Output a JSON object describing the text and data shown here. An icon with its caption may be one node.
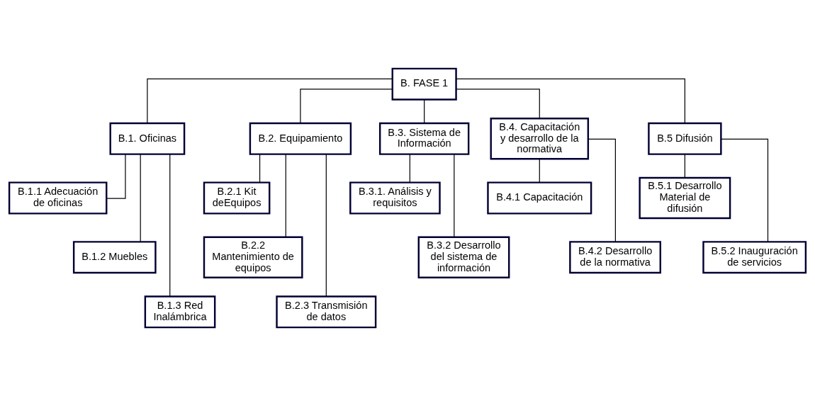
{
  "diagram": {
    "nodes": [
      {
        "text": [
          "B. FASE 1"
        ]
      },
      {
        "text": [
          "B.1. Oficinas"
        ]
      },
      {
        "text": [
          "B.1.1 Adecuación de oficinas"
        ]
      },
      {
        "text": [
          "B.1.2 Muebles"
        ]
      },
      {
        "text": [
          "B.1.3 Red Inalámbrica"
        ]
      },
      {
        "text": [
          "B.2. Equipamiento"
        ]
      },
      {
        "text": [
          "B.2.1 Kit deEquipos"
        ]
      },
      {
        "text": [
          "B.2.2 Mantenimiento de equipos"
        ]
      },
      {
        "text": [
          "B.2.3 Transmisión de datos"
        ]
      },
      {
        "text": [
          "B.3. Sistema de Información"
        ]
      },
      {
        "text": [
          "B.3.1. Análisis y requisitos"
        ]
      },
      {
        "text": [
          "B.3.2 Desarrollo del sistema de información"
        ]
      },
      {
        "text": [
          "B.4. Capacitación y desarrollo de la normativa"
        ]
      },
      {
        "text": [
          "B.4.1 Capacitación"
        ]
      },
      {
        "text": [
          "B.4.2 Desarrollo de la normativa"
        ]
      },
      {
        "text": [
          "B.5 Difusión"
        ]
      },
      {
        "text": [
          "B.5.1 Desarrollo Material de difusión"
        ]
      },
      {
        "text": [
          "B.5.2 Inauguración de servicios"
        ]
      }
    ],
    "edges": [
      {
        "from": 0,
        "to": 1,
        "arrow": "none"
      },
      {
        "from": 0,
        "to": 5,
        "arrow": "none"
      },
      {
        "from": 0,
        "to": 9,
        "arrow": "none"
      },
      {
        "from": 0,
        "to": 12,
        "arrow": "none"
      },
      {
        "from": 0,
        "to": 15,
        "arrow": "none"
      },
      {
        "from": 1,
        "to": 2,
        "arrow": "none"
      },
      {
        "from": 1,
        "to": 3,
        "arrow": "none"
      },
      {
        "from": 1,
        "to": 4,
        "arrow": "none"
      },
      {
        "from": 5,
        "to": 6,
        "arrow": "none"
      },
      {
        "from": 5,
        "to": 7,
        "arrow": "none"
      },
      {
        "from": 5,
        "to": 8,
        "arrow": "none"
      },
      {
        "from": 9,
        "to": 10,
        "arrow": "none"
      },
      {
        "from": 9,
        "to": 11,
        "arrow": "none"
      },
      {
        "from": 12,
        "to": 13,
        "arrow": "none"
      },
      {
        "from": 12,
        "to": 14,
        "arrow": "none"
      },
      {
        "from": 15,
        "to": 16,
        "arrow": "none"
      },
      {
        "from": 15,
        "to": 17,
        "arrow": "none"
      }
    ]
  }
}
